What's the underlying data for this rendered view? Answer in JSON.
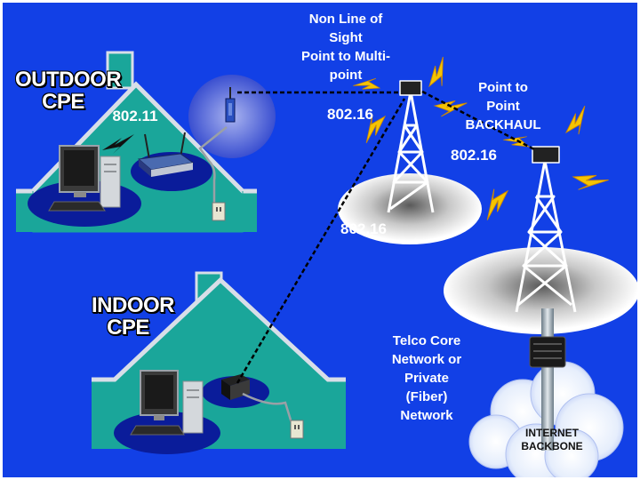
{
  "labels": {
    "outdoor_cpe": "OUTDOOR\nCPE",
    "indoor_cpe": "INDOOR\nCPE",
    "wifi_standard": "802.11",
    "non_los": "Non Line of\nSight\nPoint to Multi-\npoint",
    "ptp_backhaul": "Point to\nPoint\nBACKHAUL",
    "wimax_a": "802.16",
    "wimax_b": "802.16",
    "wimax_c": "802.16",
    "telco_core": "Telco Core\nNetwork or\nPrivate\n(Fiber)\nNetwork",
    "internet_backbone": "INTERNET\nBACKBONE"
  },
  "colors": {
    "background": "#1240e6",
    "house_fill": "#1aa69a",
    "floor_disc": "#0a1c9a",
    "link_line": "#000000",
    "lightning": "#f5c400"
  },
  "icons": [
    "house-icon",
    "computer-icon",
    "router-icon",
    "outdoor-antenna-icon",
    "indoor-modem-icon",
    "wall-outlet-icon",
    "radio-tower-icon",
    "lightning-icon",
    "cloud-icon",
    "fiber-switch-icon"
  ]
}
